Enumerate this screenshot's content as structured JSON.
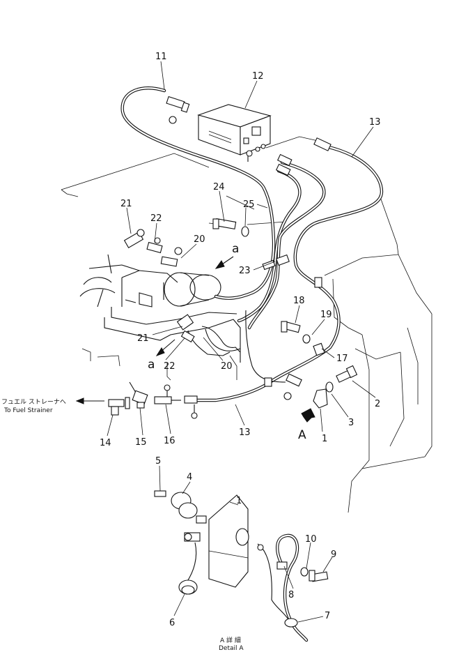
{
  "callouts": [
    "1",
    "2",
    "3",
    "4",
    "5",
    "6",
    "7",
    "8",
    "9",
    "10",
    "11",
    "12",
    "13",
    "14",
    "15",
    "16",
    "17",
    "18",
    "19",
    "20",
    "21",
    "22",
    "23",
    "24",
    "25"
  ],
  "letters": {
    "a": "a",
    "A": "A"
  },
  "fuel_label_jp": "フュエル ストレーナへ",
  "fuel_label_en": "To Fuel Strainer",
  "detail_jp": "A 詳 細",
  "detail_en": "Detail A"
}
